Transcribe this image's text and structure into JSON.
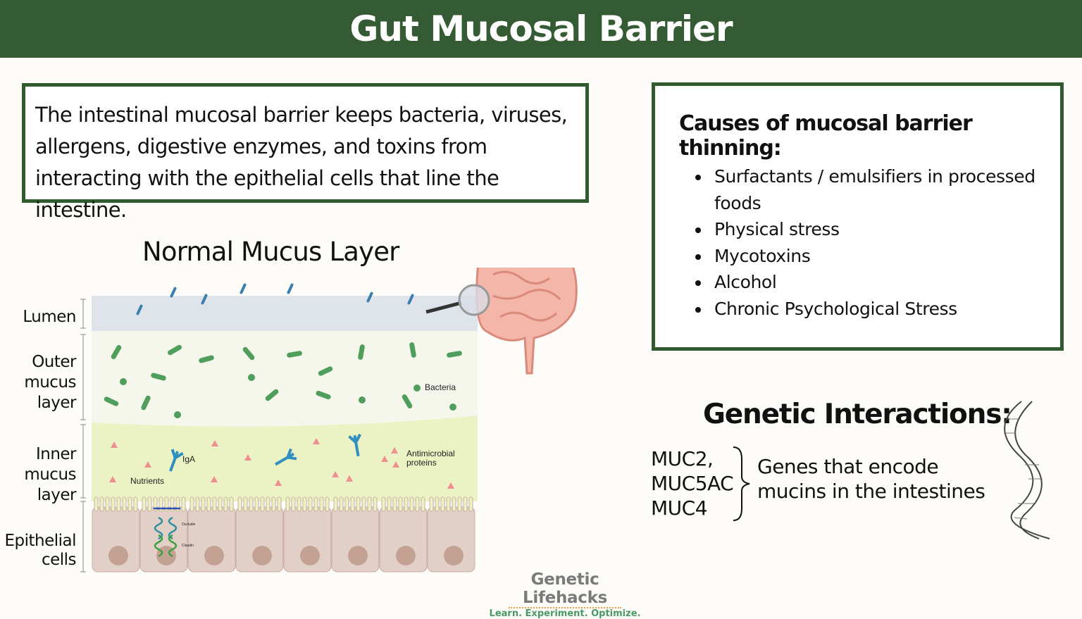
{
  "header": {
    "title": "Gut Mucosal Barrier"
  },
  "intro": {
    "text": "The intestinal mucosal barrier keeps bacteria, viruses, allergens, digestive enzymes, and toxins from interacting with the epithelial cells that line the intestine."
  },
  "causes": {
    "title": "Causes of mucosal barrier thinning:",
    "items": [
      "Surfactants / emulsifiers in processed foods",
      "Physical stress",
      "Mycotoxins",
      "Alcohol",
      "Chronic Psychological Stress"
    ]
  },
  "diagram": {
    "title": "Normal Mucus Layer",
    "layers": {
      "lumen": "Lumen",
      "outer": "Outer mucus layer",
      "inner": "Inner mucus layer",
      "epithelial": "Epithelial cells"
    },
    "labels": {
      "bacteria": "Bacteria",
      "iga": "IgA",
      "nutrients": "Nutrients",
      "antimicrobial": "Antimicrobial proteins",
      "occludin": "Occludin",
      "claudin": "Claudin"
    },
    "colors": {
      "lumen": "#dfe3ea",
      "outer": "#f5f7ec",
      "inner": "#ebf2c4",
      "cell": "#e2cfc8",
      "nucleus": "#c3a294",
      "bacteria": "#4f9e5b",
      "amp": "#ef8f93",
      "antibody": "#2f8fc0"
    }
  },
  "genetics": {
    "title": "Genetic Interactions:",
    "genes": [
      "MUC2,",
      "MUC5AC",
      "MUC4"
    ],
    "description": "Genes that encode mucins in the intestines"
  },
  "logo": {
    "name": "Genetic Lifehacks",
    "tagline": "Learn. Experiment. Optimize."
  }
}
